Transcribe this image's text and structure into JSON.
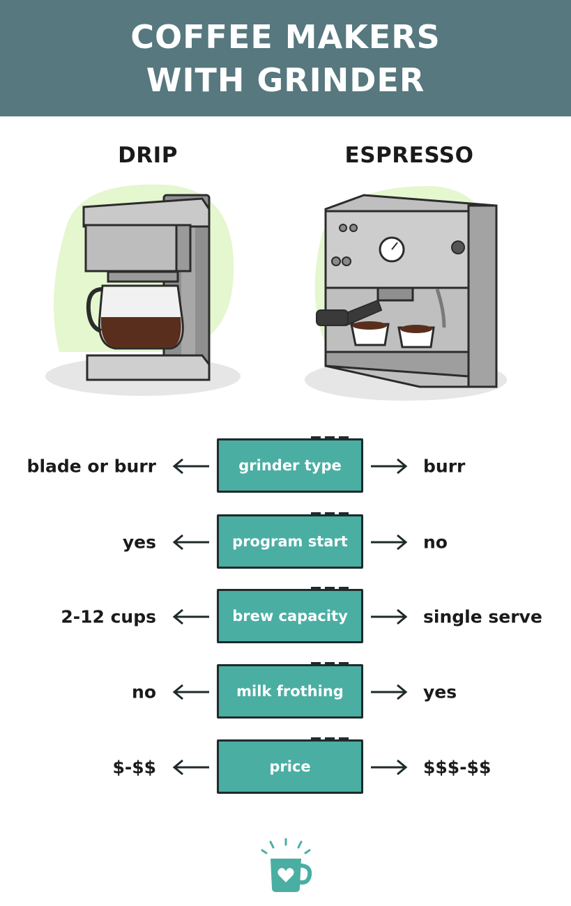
{
  "header": {
    "line1": "COFFEE MAKERS",
    "line2": "WITH GRINDER"
  },
  "columns": {
    "left": "DRIP",
    "right": "ESPRESSO"
  },
  "rows": [
    {
      "feature": "grinder type",
      "drip": "blade or burr",
      "espresso": "burr"
    },
    {
      "feature": "program start",
      "drip": "yes",
      "espresso": "no"
    },
    {
      "feature": "brew capacity",
      "drip": "2-12 cups",
      "espresso": "single serve"
    },
    {
      "feature": "milk frothing",
      "drip": "no",
      "espresso": "yes"
    },
    {
      "feature": "price",
      "drip": "$-$$",
      "espresso": "$$$-$$"
    }
  ],
  "colors": {
    "header_bg": "#56787e",
    "box_bg": "#4aaea3",
    "accent_green": "#e4f7cf"
  },
  "icons": [
    "drip-coffee-maker-icon",
    "espresso-machine-icon",
    "arrow-left-icon",
    "arrow-right-icon",
    "coffee-mug-heart-icon"
  ]
}
